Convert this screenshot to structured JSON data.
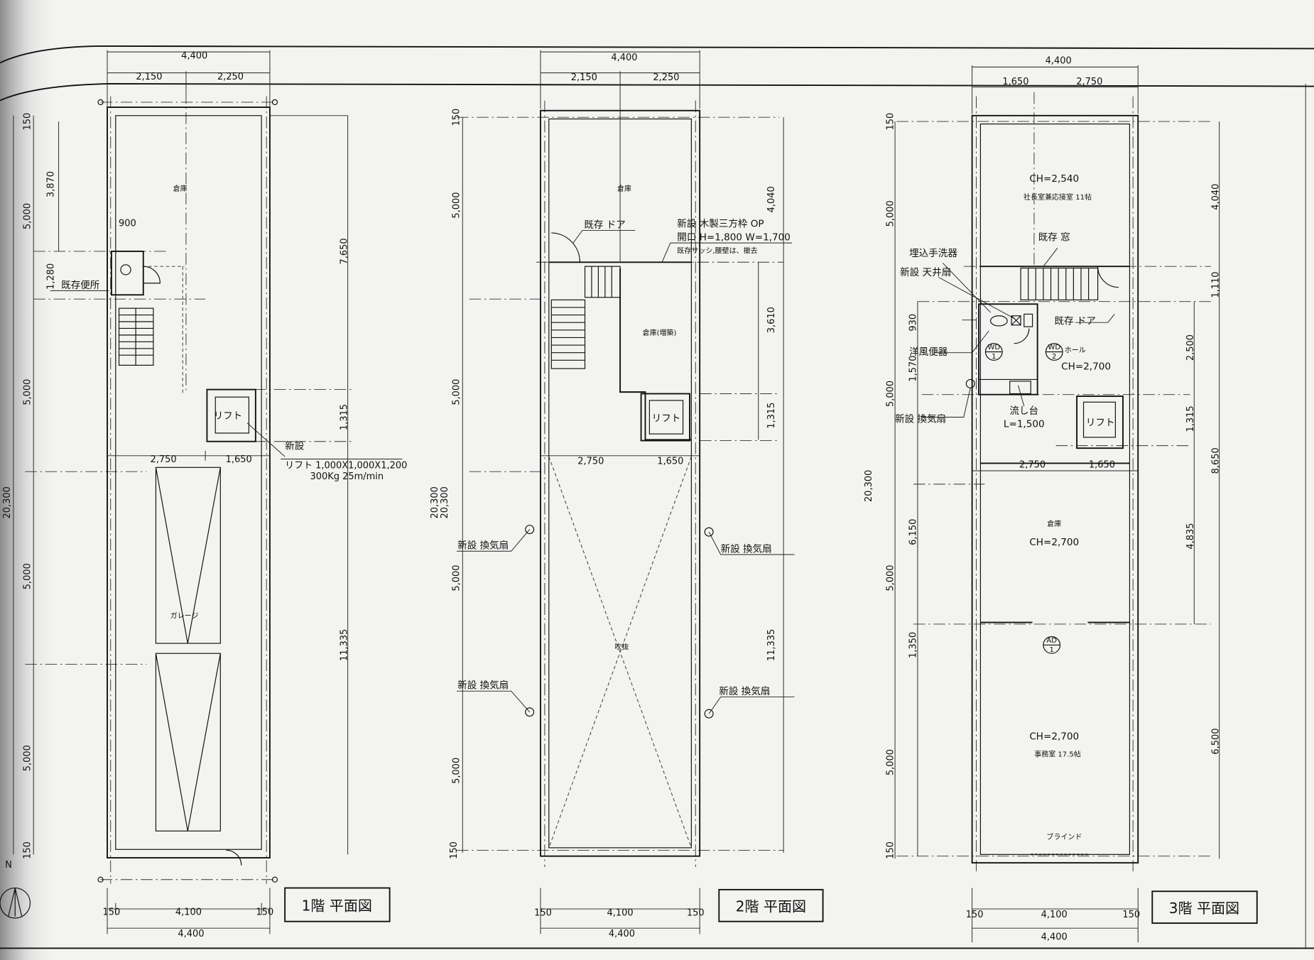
{
  "colors": {
    "paper": "#f3f3f1",
    "ink": "#111111"
  },
  "plan1": {
    "title": "1階 平面図",
    "top": {
      "total": "4,400",
      "left": "2,150",
      "right": "2,250"
    },
    "left_dims": [
      "150",
      "3,870",
      "5,000",
      "1,280",
      "5,000",
      "20,300",
      "5,000",
      "5,000",
      "150"
    ],
    "right_dims": [
      "7,650",
      "1,315",
      "20,300",
      "11,335"
    ],
    "mid_dims": {
      "toilet_width": "900",
      "left": "2,750",
      "right": "1,650"
    },
    "rooms": {
      "storage": "倉庫",
      "lift": "リフト",
      "garage": "ガレージ"
    },
    "notes": {
      "toilet": "既存便所",
      "new": "新設",
      "lift_spec": "リフト 1,000X1,000X1,200",
      "lift_load": "300Kg  25m/min"
    },
    "bottom": {
      "left": "150",
      "mid": "4,100",
      "right": "150",
      "total": "4,400"
    },
    "north": "N"
  },
  "plan2": {
    "title": "2階 平面図",
    "top": {
      "total": "4,400",
      "left": "2,150",
      "right": "2,250"
    },
    "left_dims": [
      "150",
      "5,000",
      "5,000",
      "20,300",
      "5,000",
      "5,000",
      "150"
    ],
    "right_dims": [
      "4,040",
      "3,610",
      "1,315",
      "11,335"
    ],
    "mid_dims": {
      "left": "2,750",
      "right": "1,650"
    },
    "rooms": {
      "storage": "倉庫",
      "storage_ext": "倉庫(増築)",
      "lift": "リフト",
      "void": "吹抜"
    },
    "notes": {
      "door": "既存 ドア",
      "frame": "新設 木製三方枠 OP",
      "opening": "開口 H=1,800 W=1,700",
      "remove": "既存サッシ,腰壁は、撤去",
      "fan_1": "新設 換気扇",
      "fan_2": "新設 換気扇",
      "fan_3": "新設 換気扇",
      "fan_4": "新設 換気扇"
    },
    "bottom": {
      "left": "150",
      "mid": "4,100",
      "right": "150",
      "total": "4,400"
    }
  },
  "plan3": {
    "title": "3階 平面図",
    "top": {
      "total": "4,400",
      "left": "1,650",
      "right": "2,750"
    },
    "left_dims": [
      "150",
      "5,000",
      "930",
      "1,570",
      "5,000",
      "20,300",
      "6,150",
      "5,000",
      "1,350",
      "5,000",
      "150"
    ],
    "right_dims": [
      "4,040",
      "1,110",
      "2,500",
      "1,315",
      "8,650",
      "4,835",
      "6,500"
    ],
    "mid_dims": {
      "left": "2,750",
      "right": "1,650"
    },
    "rooms": {
      "office_ch": "CH=2,540",
      "office": "社長室兼応接室 11帖",
      "hall": "ホール",
      "hall_ch": "CH=2,700",
      "lift": "リフト",
      "storage": "倉庫",
      "storage_ch": "CH=2,700",
      "work_ch": "CH=2,700",
      "work": "事務室 17.5帖"
    },
    "notes": {
      "window": "既存 窓",
      "basin": "埋込手洗器",
      "ceiling_fan": "新設 天井扇",
      "door": "既存 ドア",
      "toilet": "洋風便器",
      "fan": "新設 換気扇",
      "sink": "流し台",
      "sink_len": "L=1,500",
      "blind": "ブラインド"
    },
    "tags": {
      "wd1_top": "WD",
      "wd1_num": "1",
      "wd2_top": "WD",
      "wd2_num": "2",
      "ad1_top": "AD",
      "ad1_num": "1"
    },
    "bottom": {
      "left": "150",
      "mid": "4,100",
      "right": "150",
      "total": "4,400"
    }
  }
}
